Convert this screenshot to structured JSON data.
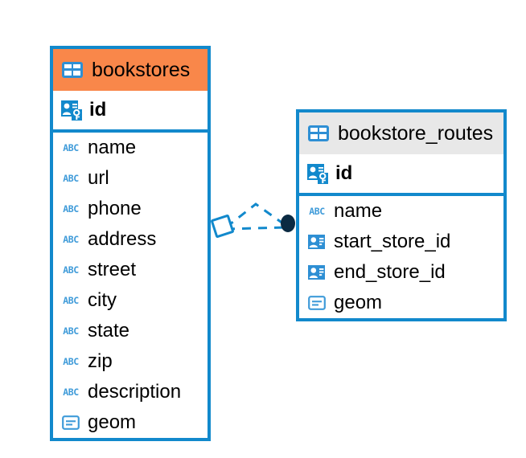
{
  "diagram": {
    "type": "entity-relationship-diagram",
    "background_color": "#ffffff",
    "accent_blue": "#1289CC",
    "header_orange": "#F9874A",
    "header_gray": "#E8E8E8",
    "connector_dot_color": "#0B2A42"
  },
  "tables": [
    {
      "name": "bookstores",
      "header_color": "#F9874A",
      "icon": "table-icon",
      "primary_key": {
        "label": "id",
        "icon": "key-field-icon"
      },
      "fields": [
        {
          "label": "name",
          "icon": "abc-icon"
        },
        {
          "label": "url",
          "icon": "abc-icon"
        },
        {
          "label": "phone",
          "icon": "abc-icon"
        },
        {
          "label": "address",
          "icon": "abc-icon"
        },
        {
          "label": "street",
          "icon": "abc-icon"
        },
        {
          "label": "city",
          "icon": "abc-icon"
        },
        {
          "label": "state",
          "icon": "abc-icon"
        },
        {
          "label": "zip",
          "icon": "abc-icon"
        },
        {
          "label": "description",
          "icon": "abc-icon"
        },
        {
          "label": "geom",
          "icon": "geometry-icon"
        }
      ]
    },
    {
      "name": "bookstore_routes",
      "header_color": "#E8E8E8",
      "icon": "table-icon",
      "primary_key": {
        "label": "id",
        "icon": "key-field-icon"
      },
      "fields": [
        {
          "label": "name",
          "icon": "abc-icon"
        },
        {
          "label": "start_store_id",
          "icon": "foreign-key-icon"
        },
        {
          "label": "end_store_id",
          "icon": "foreign-key-icon"
        },
        {
          "label": "geom",
          "icon": "geometry-icon"
        }
      ]
    }
  ],
  "relationships": [
    {
      "from": "bookstores",
      "to": "bookstore_routes",
      "style": "dashed",
      "from_marker": "diamond",
      "to_marker": "filled-dot"
    },
    {
      "from": "bookstores",
      "to": "bookstore_routes",
      "style": "dashed",
      "from_marker": "diamond",
      "to_marker": "filled-dot"
    }
  ]
}
